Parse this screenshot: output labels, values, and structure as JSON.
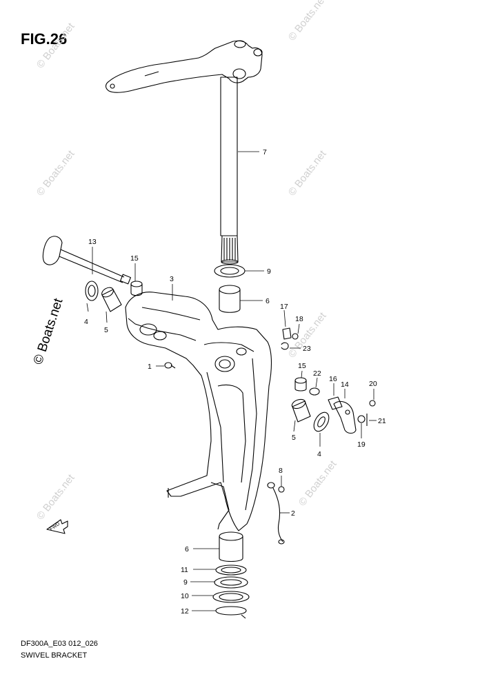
{
  "header": {
    "figure_title": "FIG.26"
  },
  "footer": {
    "model_code": "DF300A_E03 012_026",
    "section_name": "SWIVEL BRACKET"
  },
  "fwd_arrow_label": "FWD",
  "watermark": {
    "small_text": "© Boats.net",
    "large_text": "© Boats.net"
  },
  "callouts": [
    {
      "id": "c7",
      "number": "7"
    },
    {
      "id": "c13",
      "number": "13"
    },
    {
      "id": "c15a",
      "number": "15"
    },
    {
      "id": "c3",
      "number": "3"
    },
    {
      "id": "c9a",
      "number": "9"
    },
    {
      "id": "c6a",
      "number": "6"
    },
    {
      "id": "c4a",
      "number": "4"
    },
    {
      "id": "c5a",
      "number": "5"
    },
    {
      "id": "c17",
      "number": "17"
    },
    {
      "id": "c18",
      "number": "18"
    },
    {
      "id": "c23",
      "number": "23"
    },
    {
      "id": "c1",
      "number": "1"
    },
    {
      "id": "c15b",
      "number": "15"
    },
    {
      "id": "c22",
      "number": "22"
    },
    {
      "id": "c16",
      "number": "16"
    },
    {
      "id": "c14",
      "number": "14"
    },
    {
      "id": "c20",
      "number": "20"
    },
    {
      "id": "c21",
      "number": "21"
    },
    {
      "id": "c19",
      "number": "19"
    },
    {
      "id": "c5b",
      "number": "5"
    },
    {
      "id": "c4b",
      "number": "4"
    },
    {
      "id": "c8",
      "number": "8"
    },
    {
      "id": "c2",
      "number": "2"
    },
    {
      "id": "c6b",
      "number": "6"
    },
    {
      "id": "c11",
      "number": "11"
    },
    {
      "id": "c9b",
      "number": "9"
    },
    {
      "id": "c10",
      "number": "10"
    },
    {
      "id": "c12",
      "number": "12"
    }
  ]
}
